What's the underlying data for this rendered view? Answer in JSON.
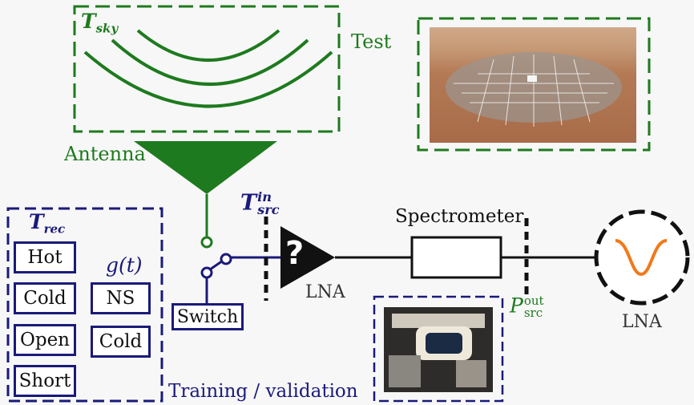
{
  "labels": {
    "t_sky_main": "T",
    "t_sky_sub": "sky",
    "test": "Test",
    "antenna": "Antenna",
    "t_rec_main": "T",
    "t_rec_sub": "rec",
    "g_t": "g(t)",
    "t_src_main": "T",
    "t_src_sup": "in",
    "t_src_sub": "src",
    "unknown_mark": "?",
    "lna_left": "LNA",
    "spectrometer": "Spectrometer",
    "p_src_main": "P",
    "p_src_sup": "out",
    "p_src_sub": "src",
    "lna_right": "LNA",
    "training_validation": "Training / validation"
  },
  "training_sources": [
    "Hot",
    "Cold",
    "Open",
    "Short"
  ],
  "noise_sources": [
    "NS",
    "Cold"
  ],
  "switch_label": "Switch",
  "colors": {
    "green": "#1e7a1e",
    "navy": "#1a1a7a",
    "black": "#111111",
    "orange": "#f07a1a"
  }
}
